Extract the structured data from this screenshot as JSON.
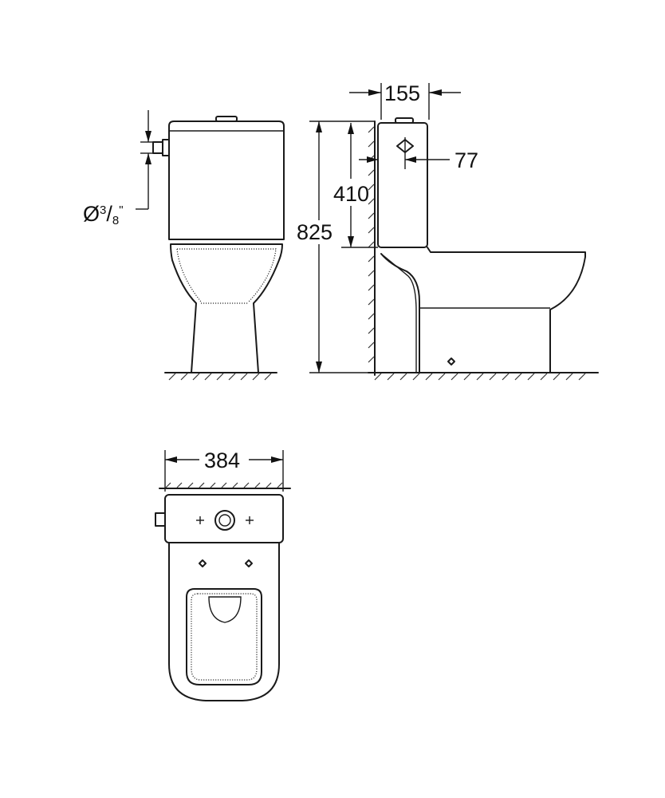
{
  "dimensions": {
    "tank_depth": "155",
    "inlet_offset": "77",
    "inlet_height": "410",
    "total_height": "825",
    "width": "384",
    "inlet_diameter_symbol": "Ø",
    "inlet_diameter_num": "3",
    "inlet_diameter_den": "8",
    "inlet_diameter_unit": "\""
  },
  "colors": {
    "line": "#1a1a1a",
    "background": "#ffffff"
  },
  "icons": [
    "flush-button-icon",
    "fixing-screw-icon",
    "hinge-icon"
  ]
}
